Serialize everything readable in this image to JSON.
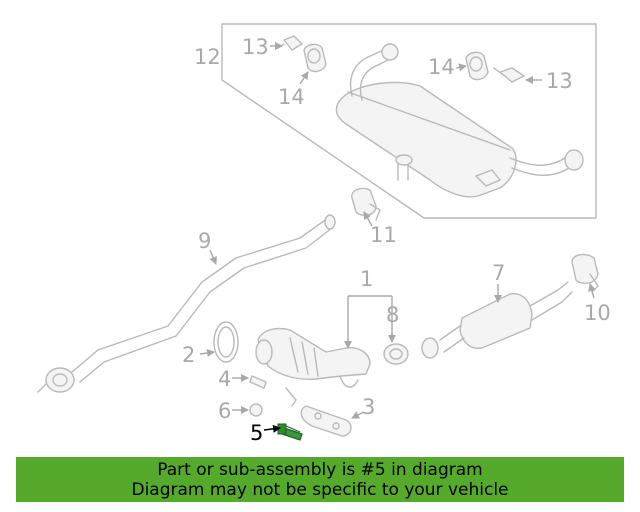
{
  "diagram": {
    "callouts": [
      {
        "id": "1",
        "label": "1"
      },
      {
        "id": "2",
        "label": "2"
      },
      {
        "id": "3",
        "label": "3"
      },
      {
        "id": "4",
        "label": "4"
      },
      {
        "id": "5",
        "label": "5",
        "highlighted": true
      },
      {
        "id": "6",
        "label": "6"
      },
      {
        "id": "7",
        "label": "7"
      },
      {
        "id": "8",
        "label": "8"
      },
      {
        "id": "9",
        "label": "9"
      },
      {
        "id": "10",
        "label": "10"
      },
      {
        "id": "11",
        "label": "11"
      },
      {
        "id": "12",
        "label": "12"
      },
      {
        "id": "13a",
        "label": "13"
      },
      {
        "id": "13b",
        "label": "13"
      },
      {
        "id": "14a",
        "label": "14"
      },
      {
        "id": "14b",
        "label": "14"
      }
    ],
    "colors": {
      "part_line": "#b9b9b9",
      "callout_text": "#a9a9a9",
      "highlight_part": "#2e8b2e",
      "highlight_text": "#000000"
    }
  },
  "banner": {
    "line1": "Part or sub-assembly is #5 in diagram",
    "line2": "Diagram may not be specific to your vehicle",
    "background": "#55aa2c"
  }
}
